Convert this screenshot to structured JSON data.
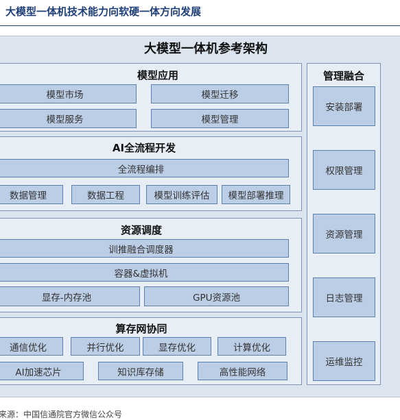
{
  "page_title": "大模型一体机技术能力向软硬一体方向发展",
  "diagram_title": "大模型一体机参考架构",
  "sections": {
    "model_app": {
      "title": "模型应用",
      "items": [
        "模型市场",
        "模型迁移",
        "模型服务",
        "模型管理"
      ]
    },
    "ai_flow": {
      "title": "AI全流程开发",
      "wide": "全流程编排",
      "items": [
        "数据管理",
        "数据工程",
        "模型训练评估",
        "模型部署推理"
      ]
    },
    "resource": {
      "title": "资源调度",
      "wide1": "训推融合调度器",
      "wide2": "容器&虚拟机",
      "items": [
        "显存-内存池",
        "GPU资源池"
      ]
    },
    "compute_net": {
      "title": "算存网协同",
      "row1": [
        "通信优化",
        "并行优化",
        "显存优化",
        "计算优化"
      ],
      "row2": [
        "AI加速芯片",
        "知识库存储",
        "高性能网络"
      ]
    }
  },
  "side": {
    "title": "管理融合",
    "items": [
      "安装部署",
      "权限管理",
      "资源管理",
      "日志管理",
      "运维监控"
    ]
  },
  "source": "来源：中国信通院官方微信公众号"
}
